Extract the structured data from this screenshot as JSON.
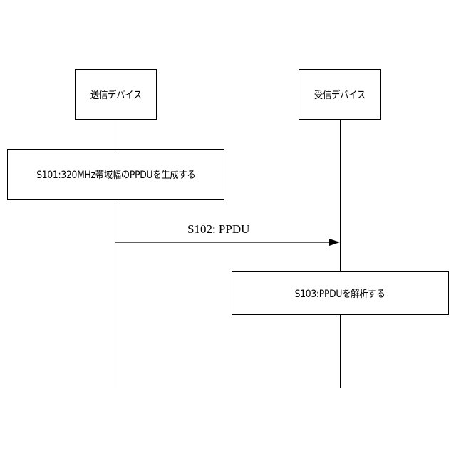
{
  "participants": {
    "sender": "送信デバイス",
    "receiver": "受信デバイス"
  },
  "steps": {
    "s101": "S101:320MHz帯域幅のPPDUを生成する",
    "s102": "S102: PPDU",
    "s103": "S103:PPDUを解析する"
  }
}
